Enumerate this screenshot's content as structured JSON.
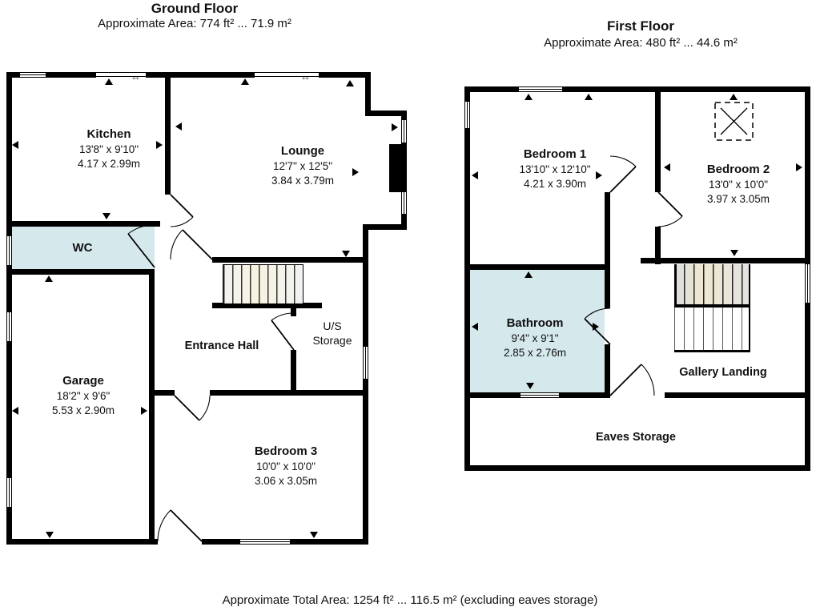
{
  "ground_floor": {
    "title": "Ground Floor",
    "area_line": "Approximate Area: 774 ft² ... 71.9 m²",
    "rooms": {
      "kitchen": {
        "name": "Kitchen",
        "dim_imperial": "13'8\" x 9'10\"",
        "dim_metric": "4.17 x 2.99m"
      },
      "lounge": {
        "name": "Lounge",
        "dim_imperial": "12'7\" x 12'5\"",
        "dim_metric": "3.84 x 3.79m"
      },
      "wc": {
        "name": "WC"
      },
      "garage": {
        "name": "Garage",
        "dim_imperial": "18'2\" x 9'6\"",
        "dim_metric": "5.53 x 2.90m"
      },
      "entrance_hall": {
        "name": "Entrance Hall"
      },
      "us_storage": {
        "name": "U/S Storage"
      },
      "bedroom3": {
        "name": "Bedroom 3",
        "dim_imperial": "10'0\" x 10'0\"",
        "dim_metric": "3.06 x 3.05m"
      }
    }
  },
  "first_floor": {
    "title": "First Floor",
    "area_line": "Approximate Area: 480 ft² ... 44.6 m²",
    "rooms": {
      "bedroom1": {
        "name": "Bedroom 1",
        "dim_imperial": "13'10\" x 12'10\"",
        "dim_metric": "4.21 x 3.90m"
      },
      "bedroom2": {
        "name": "Bedroom 2",
        "dim_imperial": "13'0\" x 10'0\"",
        "dim_metric": "3.97 x 3.05m"
      },
      "bathroom": {
        "name": "Bathroom",
        "dim_imperial": "9'4\" x 9'1\"",
        "dim_metric": "2.85 x 2.76m"
      },
      "gallery_landing": {
        "name": "Gallery Landing"
      },
      "eaves_storage": {
        "name": "Eaves Storage"
      }
    }
  },
  "footer": {
    "total_area_line": "Approximate Total Area: 1254 ft² ... 116.5 m² (excluding eaves storage)"
  },
  "symbols": {
    "window_arrow": "↔"
  },
  "colors": {
    "wall": "#000000",
    "wet_room_fill": "#d5e8ec",
    "background": "#ffffff"
  }
}
